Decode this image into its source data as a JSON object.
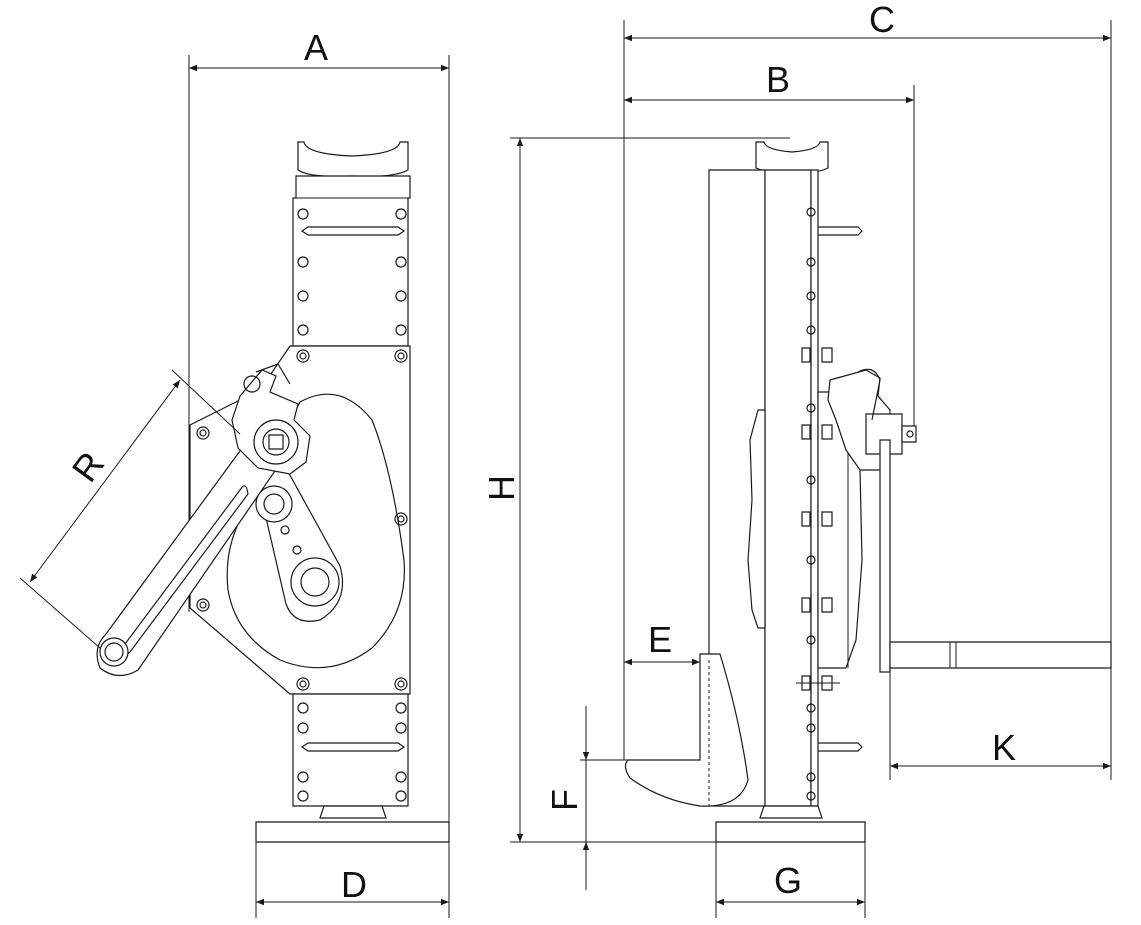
{
  "diagram": {
    "stroke_color": "#1a1a1a",
    "background": "#ffffff",
    "dimensions": {
      "A": "A",
      "B": "B",
      "C": "C",
      "D": "D",
      "E": "E",
      "F": "F",
      "G": "G",
      "H": "H",
      "K": "K",
      "R": "R"
    }
  }
}
